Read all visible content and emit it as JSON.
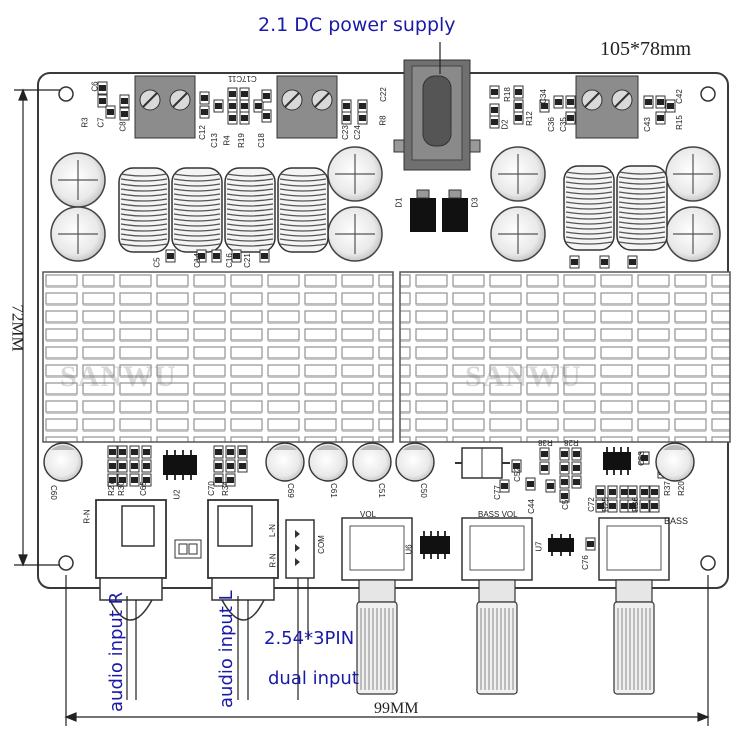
{
  "annotations": {
    "power": "2.1 DC power supply",
    "size": "105*78mm",
    "height": "72MM",
    "width": "99MM",
    "input_r": "audio input R",
    "input_l": "audio input L",
    "pin": "2.54*3PIN",
    "dual": "dual input"
  },
  "watermark": {
    "brand": "SANWU"
  },
  "board": {
    "labels": {
      "vol": "VOL",
      "bass_vol": "BASS VOL",
      "bass": "BASS",
      "rn1": "R-N",
      "rn2": "R-N",
      "ln": "L-N",
      "com": "COM",
      "u2": "U2",
      "u6": "U6",
      "u7": "U7",
      "d1": "D1",
      "d3": "D3",
      "d2": "D2",
      "c5": "C5",
      "c14": "C14",
      "c16": "C16",
      "c21": "C21",
      "c60": "C60",
      "c69": "C69",
      "c61": "C61",
      "c51": "C51",
      "c50": "C50",
      "c52": "C52",
      "c53": "C53",
      "c44": "C44",
      "c59": "C59",
      "c76": "C76",
      "c77": "C77",
      "c22": "C22",
      "c23": "C23",
      "c24": "C24",
      "r8": "R8",
      "r18": "R18",
      "r12": "R12",
      "c34": "C34",
      "c36": "C36",
      "c35": "C35",
      "c42": "C42",
      "c43": "C43",
      "r15": "R15",
      "r3": "R3",
      "c6": "C6",
      "c7": "C7",
      "c8": "C8",
      "c12": "C12",
      "c13": "C13",
      "r4": "R4",
      "r19": "R19",
      "c18": "C18",
      "c17c11": "C17C11",
      "r27": "R27",
      "r30": "R30",
      "c65": "C65",
      "c70": "C70",
      "r34": "R34",
      "r37": "R37",
      "r20": "R20",
      "r36": "R36",
      "r25": "R25",
      "c72": "C72",
      "r38": "R38",
      "r28": "R28"
    }
  }
}
